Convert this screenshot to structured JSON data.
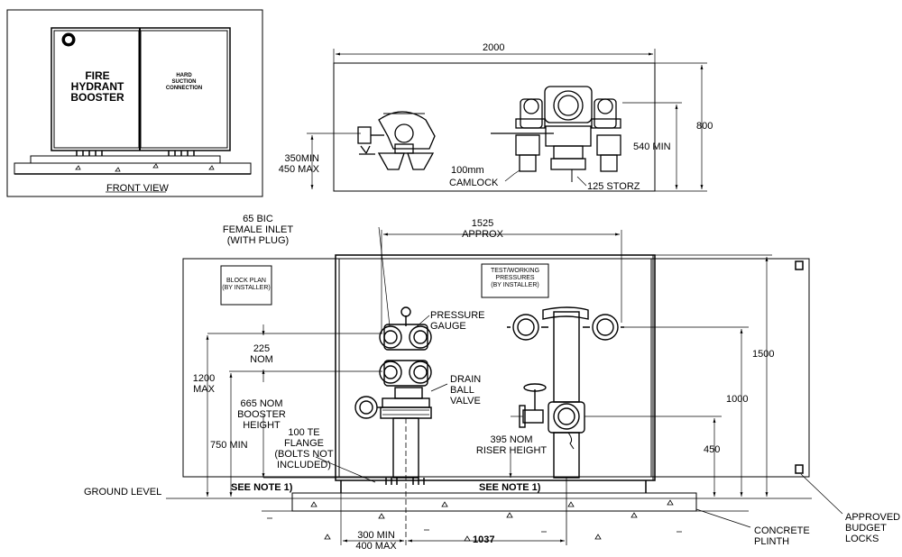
{
  "front_view": {
    "caption": "FRONT VIEW",
    "left_panel_lines": [
      "FIRE",
      "HYDRANT",
      "BOOSTER"
    ],
    "right_panel_lines": [
      "HARD",
      "SUCTION",
      "CONNECTION"
    ]
  },
  "top_view": {
    "width_dim": "2000",
    "depth_dim": "800",
    "min_depth_dim": "540 MIN",
    "height_range": [
      "350MIN",
      "450 MAX"
    ],
    "camlock_size": "100mm",
    "camlock_label": "CAMLOCK",
    "storz_label": "125 STORZ"
  },
  "elevation": {
    "inlet_label": [
      "65 BIC",
      "FEMALE INLET",
      "(WITH PLUG)"
    ],
    "approx_dim": [
      "1525",
      "APPROX"
    ],
    "block_plan": [
      "BLOCK PLAN",
      "(BY INSTALLER)"
    ],
    "test_pressures": [
      "TEST/WORKING",
      "PRESSURES",
      "(BY INSTALLER)"
    ],
    "pressure_gauge": [
      "PRESSURE",
      "GAUGE"
    ],
    "drain_valve": [
      "DRAIN",
      "BALL",
      "VALVE"
    ],
    "nom_225": [
      "225",
      "NOM"
    ],
    "max_1200": [
      "1200",
      "MAX"
    ],
    "booster_height": [
      "665 NOM",
      "BOOSTER",
      "HEIGHT"
    ],
    "min_750": "750 MIN",
    "flange": [
      "100 TE",
      "FLANGE",
      "(BOLTS NOT",
      "INCLUDED)"
    ],
    "see_note_left": "SEE NOTE 1)",
    "see_note_right": "SEE NOTE 1)",
    "ground_level": "GROUND LEVEL",
    "riser_height": [
      "395 NOM",
      "RISER HEIGHT"
    ],
    "dim_1000": "1000",
    "dim_1500": "1500",
    "dim_450": "450",
    "dim_300_400": [
      "300 MIN",
      "400 MAX"
    ],
    "dim_1037": "1037",
    "plinth": [
      "CONCRETE",
      "PLINTH"
    ],
    "locks": [
      "APPROVED",
      "BUDGET",
      "LOCKS"
    ]
  }
}
